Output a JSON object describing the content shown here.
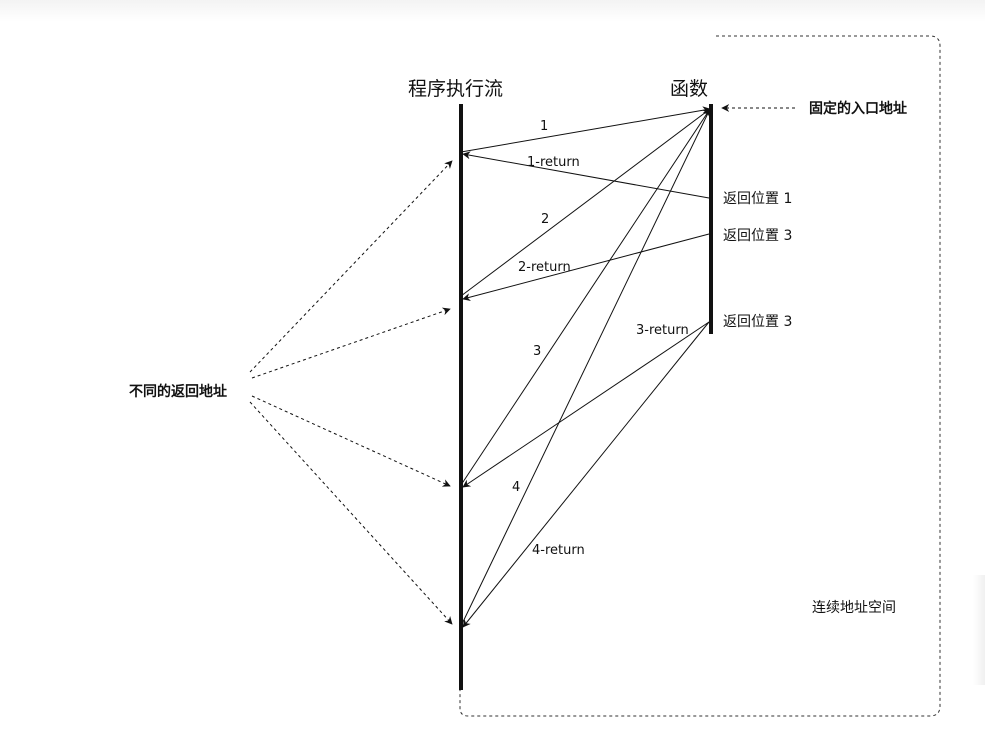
{
  "titles": {
    "program_flow": "程序执行流",
    "function": "函数"
  },
  "labels": {
    "fixed_entry": "固定的入口地址",
    "different_returns": "不同的返回地址",
    "contiguous_space": "连续地址空间"
  },
  "calls": [
    "1",
    "2",
    "3",
    "4"
  ],
  "returns": [
    "1-return",
    "2-return",
    "3-return",
    "4-return"
  ],
  "return_positions": [
    "返回位置 1",
    "返回位置 3",
    "返回位置 3"
  ]
}
